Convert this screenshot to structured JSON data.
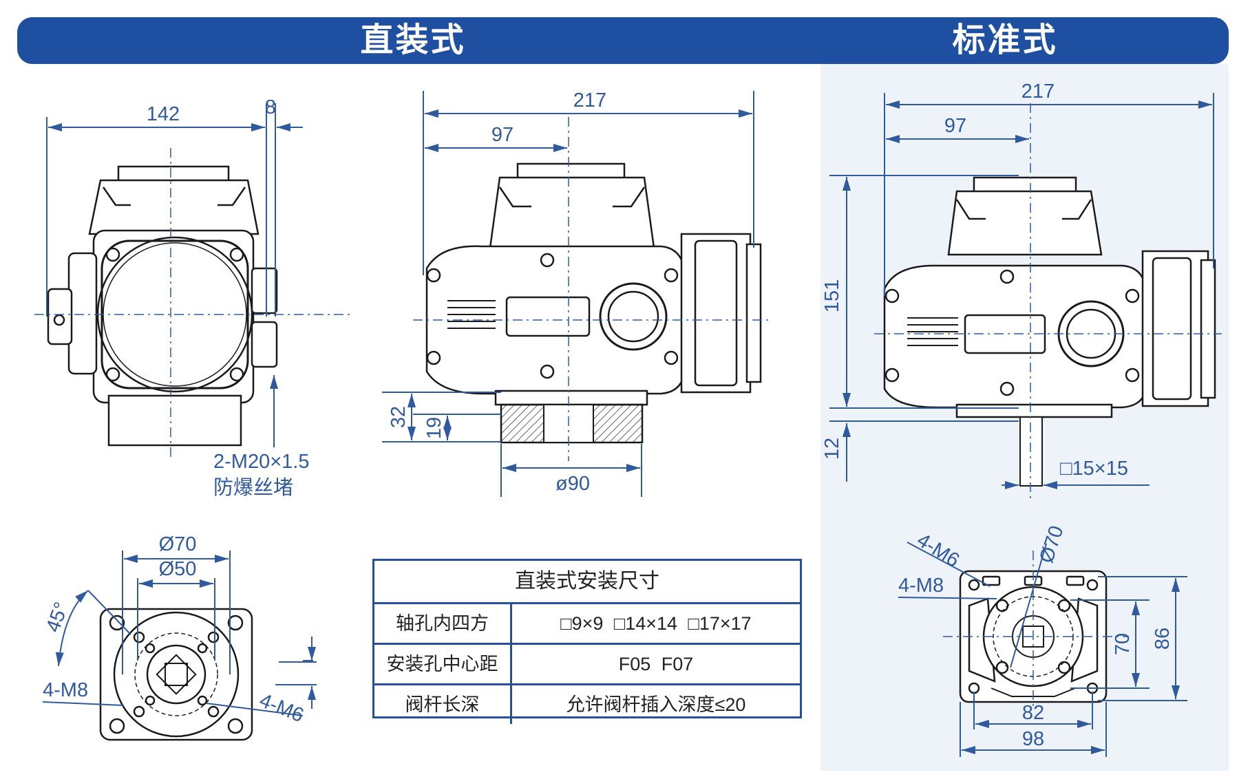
{
  "headers": {
    "direct": "直装式",
    "standard": "标准式"
  },
  "colors": {
    "banner": "#1f4fa0",
    "dimension": "#2f5a9e",
    "outline": "#1a1a1a",
    "panel": "#eef3fa"
  },
  "direct_side": {
    "width": "142",
    "offset": "8",
    "conduit": "2-M20×1.5",
    "conduit_note": "防爆丝堵"
  },
  "direct_front": {
    "total": "217",
    "center": "97",
    "h1": "32",
    "h2": "19",
    "dia": "ø90"
  },
  "standard_front": {
    "total": "217",
    "center": "97",
    "height": "151",
    "shaft": "12",
    "square": "□15×15"
  },
  "direct_flange": {
    "d70": "Ø70",
    "d50": "Ø50",
    "angle": "45°",
    "m8": "4-M8",
    "m6": "4-M6"
  },
  "standard_flange": {
    "m6": "4-M6",
    "m8": "4-M8",
    "d70": "Ø70",
    "h70": "70",
    "h86": "86",
    "w82": "82",
    "w98": "98"
  },
  "table": {
    "title": "直装式安装尺寸",
    "rows": [
      {
        "label": "轴孔内四方",
        "value": "□9×9   □14×14 □17×17"
      },
      {
        "label": "安装孔中心距",
        "value": "F05     F07"
      },
      {
        "label": "阀杆长深",
        "value": "允许阀杆插入深度≤20"
      }
    ]
  }
}
